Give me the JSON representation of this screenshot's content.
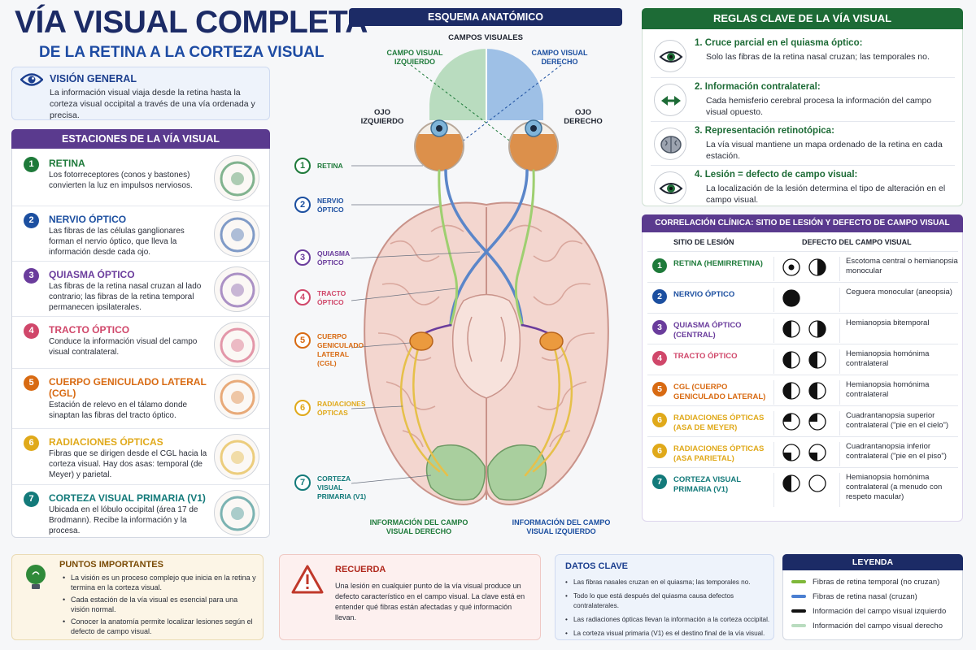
{
  "header": {
    "title": "VÍA VISUAL COMPLETA",
    "subtitle": "DE LA RETINA A LA CORTEZA VISUAL"
  },
  "overview": {
    "title": "VISIÓN GENERAL",
    "text": "La información visual viaja desde la retina hasta la corteza visual occipital a través de una vía ordenada y precisa.",
    "icon": "eye-icon"
  },
  "stations": {
    "title": "ESTACIONES DE LA VÍA VISUAL",
    "items": [
      {
        "num": "1",
        "name": "RETINA",
        "text": "Los fotorreceptores (conos y bastones) convierten la luz en impulsos nerviosos.",
        "color": "#1e7a3a"
      },
      {
        "num": "2",
        "name": "NERVIO ÓPTICO",
        "text": "Las fibras de las células ganglionares forman el nervio óptico, que lleva la información desde cada ojo.",
        "color": "#1c4fa0"
      },
      {
        "num": "3",
        "name": "QUIASMA ÓPTICO",
        "text": "Las fibras de la retina nasal cruzan al lado contrario; las fibras de la retina temporal permanecen ipsilaterales.",
        "color": "#6a3c9c"
      },
      {
        "num": "4",
        "name": "TRACTO ÓPTICO",
        "text": "Conduce la información visual del campo visual contralateral.",
        "color": "#d0476a"
      },
      {
        "num": "5",
        "name": "CUERPO GENICULADO LATERAL (CGL)",
        "text": "Estación de relevo en el tálamo donde sinaptan las fibras del tracto óptico.",
        "color": "#d86a12"
      },
      {
        "num": "6",
        "name": "RADIACIONES ÓPTICAS",
        "text": "Fibras que se dirigen desde el CGL hacia la corteza visual. Hay dos asas: temporal (de Meyer) y parietal.",
        "color": "#e0a91a"
      },
      {
        "num": "7",
        "name": "CORTEZA VISUAL PRIMARIA (V1)",
        "text": "Ubicada en el lóbulo occipital (área 17 de Brodmann). Recibe la información y la procesa.",
        "color": "#137a7a"
      }
    ]
  },
  "diagram": {
    "title": "ESQUEMA ANATÓMICO",
    "fields_title": "CAMPOS VISUALES",
    "left_field": "CAMPO VISUAL IZQUIERDO",
    "right_field": "CAMPO VISUAL DERECHO",
    "left_eye": "OJO IZQUIERDO",
    "right_eye": "OJO DERECHO",
    "labels": [
      {
        "num": "1",
        "text": "RETINA",
        "color": "#1e7a3a"
      },
      {
        "num": "2",
        "text": "NERVIO ÓPTICO",
        "color": "#1c4fa0"
      },
      {
        "num": "3",
        "text": "QUIASMA ÓPTICO",
        "color": "#6a3c9c"
      },
      {
        "num": "4",
        "text": "TRACTO ÓPTICO",
        "color": "#d0476a"
      },
      {
        "num": "5",
        "text": "CUERPO GENICULADO LATERAL (CGL)",
        "color": "#d86a12"
      },
      {
        "num": "6",
        "text": "RADIACIONES ÓPTICAS",
        "color": "#e0a91a"
      },
      {
        "num": "7",
        "text": "CORTEZA VISUAL PRIMARIA (V1)",
        "color": "#137a7a"
      }
    ],
    "bottom_left": "INFORMACIÓN DEL CAMPO VISUAL DERECHO",
    "bottom_right": "INFORMACIÓN DEL CAMPO VISUAL IZQUIERDO"
  },
  "rules": {
    "title": "REGLAS CLAVE DE LA VÍA VISUAL",
    "items": [
      {
        "title": "1.  Cruce parcial en el quiasma óptico:",
        "text": "Solo las fibras de la retina nasal cruzan; las temporales no.",
        "icon": "eye-icon"
      },
      {
        "title": "2.  Información contralateral:",
        "text": "Cada hemisferio cerebral procesa la información del campo visual opuesto.",
        "icon": "arrows-icon"
      },
      {
        "title": "3.  Representación retinotópica:",
        "text": "La vía visual mantiene un mapa ordenado de la retina en cada estación.",
        "icon": "brain-icon"
      },
      {
        "title": "4.  Lesión = defecto de campo visual:",
        "text": "La localización de la lesión determina el tipo de alteración en el campo visual.",
        "icon": "eye-icon"
      }
    ]
  },
  "clinical": {
    "title": "CORRELACIÓN CLÍNICA: SITIO DE LESIÓN Y DEFECTO DE CAMPO VISUAL",
    "col_site": "SITIO DE LESIÓN",
    "col_defect": "DEFECTO DEL CAMPO VISUAL",
    "rows": [
      {
        "num": "1",
        "site": "RETINA (HEMIRRETINA)",
        "defect": "Escotoma central o hemianopsia monocular",
        "color": "#1e7a3a"
      },
      {
        "num": "2",
        "site": "NERVIO ÓPTICO",
        "defect": "Ceguera monocular (aneopsia)",
        "color": "#1c4fa0"
      },
      {
        "num": "3",
        "site": "QUIASMA ÓPTICO (CENTRAL)",
        "defect": "Hemianopsia bitemporal",
        "color": "#6a3c9c"
      },
      {
        "num": "4",
        "site": "TRACTO ÓPTICO",
        "defect": "Hemianopsia homónima contralateral",
        "color": "#d0476a"
      },
      {
        "num": "5",
        "site": "CGL (CUERPO GENICULADO LATERAL)",
        "defect": "Hemianopsia homónima contralateral",
        "color": "#d86a12"
      },
      {
        "num": "6",
        "site": "RADIACIONES ÓPTICAS (ASA DE MEYER)",
        "defect": "Cuadrantanopsia superior contralateral (\"pie en el cielo\")",
        "color": "#e0a91a"
      },
      {
        "num": "6",
        "site": "RADIACIONES ÓPTICAS (ASA PARIETAL)",
        "defect": "Cuadrantanopsia inferior contralateral (\"pie en el piso\")",
        "color": "#e0a91a"
      },
      {
        "num": "7",
        "site": "CORTEZA VISUAL PRIMARIA (V1)",
        "defect": "Hemianopsia homónima contralateral (a menudo con respeto macular)",
        "color": "#137a7a"
      }
    ]
  },
  "points": {
    "title": "PUNTOS IMPORTANTES",
    "items": [
      "La visión es un proceso complejo que inicia en la retina y termina en la corteza visual.",
      "Cada estación de la vía visual es esencial para una visión normal.",
      "Conocer la anatomía permite localizar lesiones según el defecto de campo visual."
    ]
  },
  "remember": {
    "title": "RECUERDA",
    "text": "Una lesión en cualquier punto de la vía visual produce un defecto característico en el campo visual. La clave está en entender qué fibras están afectadas y qué información llevan."
  },
  "keydata": {
    "title": "DATOS CLAVE",
    "items": [
      "Las fibras nasales cruzan en el quiasma; las temporales no.",
      "Todo lo que está después del quiasma causa defectos contralaterales.",
      "Las radiaciones ópticas llevan la información a la corteza occipital.",
      "La corteza visual primaria (V1) es el destino final de la vía visual."
    ]
  },
  "legend": {
    "title": "LEYENDA",
    "items": [
      {
        "text": "Fibras de retina temporal (no cruzan)",
        "color": "#7fb83a"
      },
      {
        "text": "Fibras de retina nasal (cruzan)",
        "color": "#4b7fd1"
      },
      {
        "text": "Información del campo visual izquierdo",
        "color": "#111111"
      },
      {
        "text": "Información del campo visual derecho",
        "color": "#b9dcbf"
      }
    ]
  }
}
